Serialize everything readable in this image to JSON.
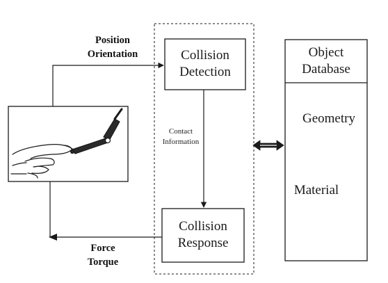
{
  "diagram": {
    "input_label": {
      "line1": "Position",
      "line2": "Orientation"
    },
    "output_label": {
      "line1": "Force",
      "line2": "Torque"
    },
    "collision_detection": {
      "line1": "Collision",
      "line2": "Detection"
    },
    "contact_label": {
      "line1": "Contact",
      "line2": "Information"
    },
    "collision_response": {
      "line1": "Collision",
      "line2": "Response"
    },
    "object_database": {
      "title_line1": "Object",
      "title_line2": "Database",
      "items": [
        "Geometry",
        "Material"
      ]
    },
    "icons": {
      "haptic_device": "hand-with-haptic-stylus-icon",
      "bidirectional_arrow": "double-headed-arrow-icon"
    },
    "colors": {
      "stroke": "#1a1a1a",
      "background": "#ffffff"
    }
  }
}
